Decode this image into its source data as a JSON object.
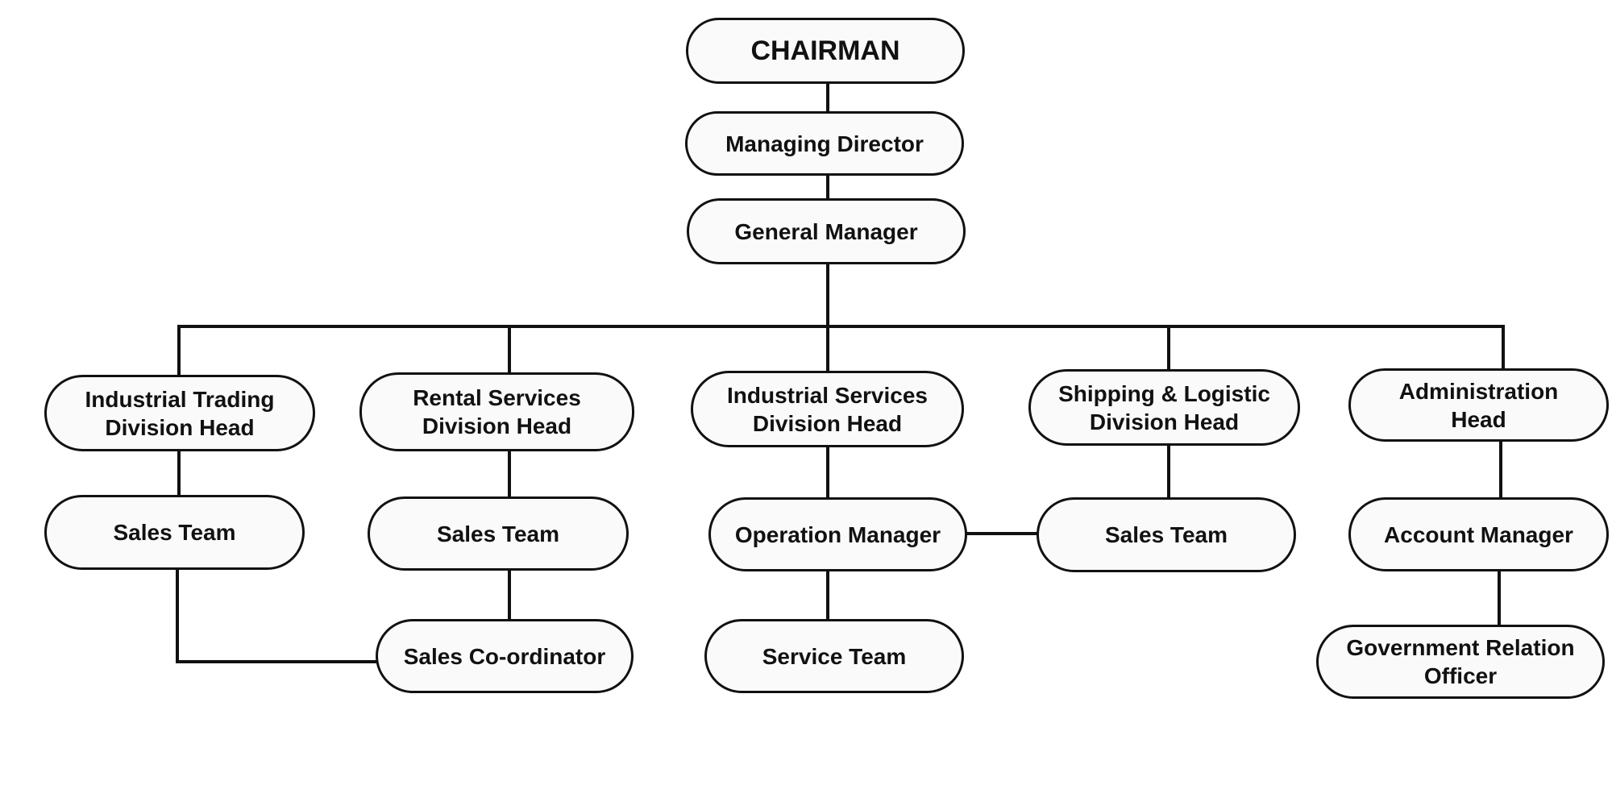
{
  "colors": {
    "line": "#111111",
    "node_fill": "#fafafa",
    "node_border": "#111111",
    "background": "#ffffff"
  },
  "nodes": {
    "chairman": "CHAIRMAN",
    "managing_director": "Managing Director",
    "general_manager": "General Manager",
    "industrial_trading": "Industrial Trading\nDivision Head",
    "rental_services": "Rental Services\nDivision Head",
    "industrial_services": "Industrial Services\nDivision Head",
    "shipping_logistic": "Shipping & Logistic\nDivision Head",
    "administration": "Administration\nHead",
    "sales_team_trading": "Sales Team",
    "sales_team_rental": "Sales Team",
    "sales_coordinator": "Sales Co-ordinator",
    "operation_manager": "Operation Manager",
    "service_team": "Service Team",
    "sales_team_shipping": "Sales Team",
    "account_manager": "Account Manager",
    "government_relation": "Government Relation\nOfficer"
  }
}
